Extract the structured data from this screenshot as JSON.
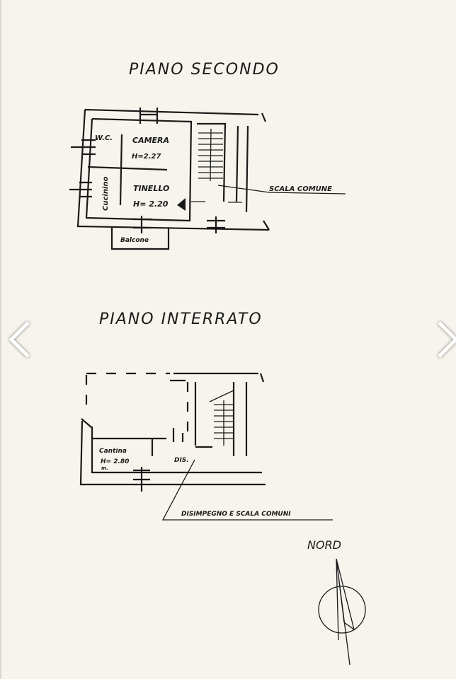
{
  "plan": {
    "floor1_title": "PIANO   SECONDO",
    "floor2_title": "PIANO   INTERRATO",
    "rooms": {
      "wc": "W.C.",
      "camera": "CAMERA",
      "camera_h": "H=2.27",
      "tinello": "TINELLO",
      "tinello_h": "H= 2.20",
      "cucinino": "Cucinino",
      "balcone": "Balcone",
      "scala_comune": "SCALA COMUNE",
      "cantina": "Cantina",
      "cantina_h": "H= 2.80",
      "cantina_m": "m.",
      "dis": "DIS.",
      "disimpegno": "DISIMPEGNO E SCALA COMUNI"
    },
    "north": "NORD"
  },
  "nav": {
    "prev_icon": "chevron-left-icon",
    "next_icon": "chevron-right-icon"
  }
}
